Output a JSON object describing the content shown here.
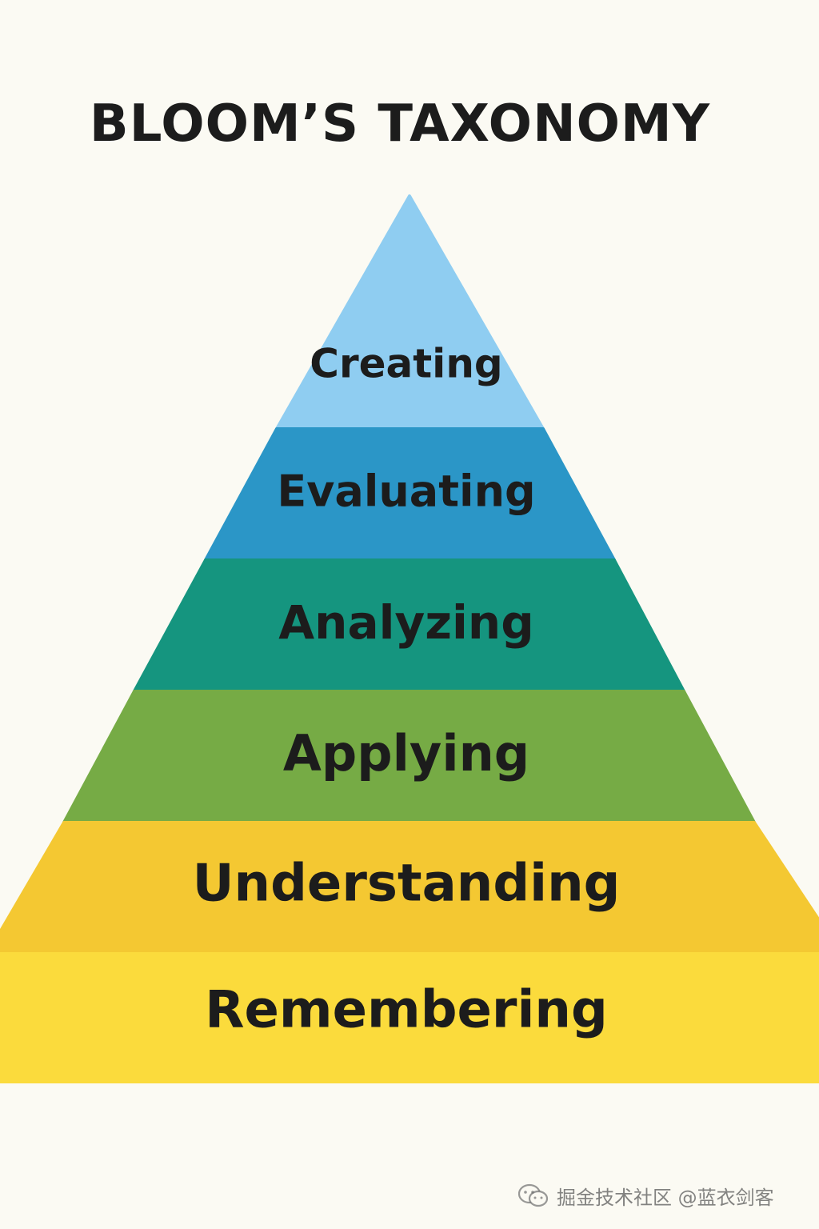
{
  "title": "BLOOM’S TAXONOMY",
  "levels": [
    {
      "label": "Creating",
      "color": "#8fcdf1"
    },
    {
      "label": "Evaluating",
      "color": "#2b96c7"
    },
    {
      "label": "Analyzing",
      "color": "#15957f"
    },
    {
      "label": "Applying",
      "color": "#76ab45"
    },
    {
      "label": "Understanding",
      "color": "#f4c832"
    },
    {
      "label": "Remembering",
      "color": "#fbdb3c"
    }
  ],
  "text_color": "#1c1c1c",
  "background_color": "#fbfaf3",
  "watermark": {
    "icon": "wechat-icon",
    "text": "掘金技术社区 @蓝衣剑客"
  }
}
